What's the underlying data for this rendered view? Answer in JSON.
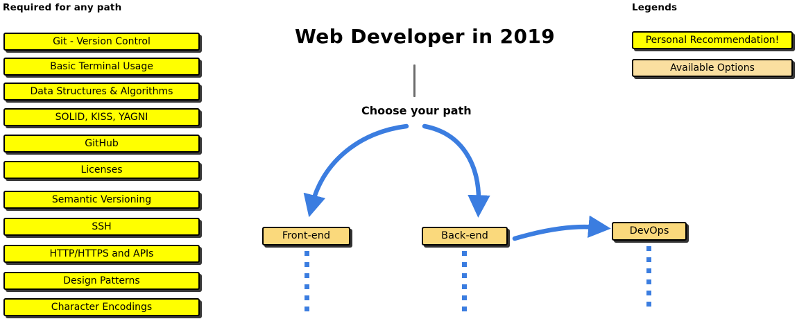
{
  "page": {
    "title": "Web Developer in 2019",
    "background_color": "#FFFFFF"
  },
  "colors": {
    "recommendation_yellow": "#FFFF00",
    "available_tan": "#FAD97C",
    "legend_tan": "#FADFA0",
    "arrow_blue": "#3B7DE0",
    "stem_gray": "#6B6B6B",
    "outline_black": "#000000"
  },
  "required_section": {
    "heading": "Required for any path",
    "items": [
      {
        "label": "Git - Version Control"
      },
      {
        "label": "Basic Terminal Usage"
      },
      {
        "label": "Data Structures & Algorithms"
      },
      {
        "label": "SOLID, KISS, YAGNI"
      },
      {
        "label": "GitHub"
      },
      {
        "label": "Licenses"
      },
      {
        "label": "Semantic Versioning"
      },
      {
        "label": "SSH"
      },
      {
        "label": "HTTP/HTTPS and APIs"
      },
      {
        "label": "Design Patterns"
      },
      {
        "label": "Character Encodings"
      }
    ]
  },
  "legends_section": {
    "heading": "Legends",
    "items": [
      {
        "label": "Personal Recommendation!",
        "color": "#FFFF00"
      },
      {
        "label": "Available Options",
        "color": "#FADFA0"
      }
    ]
  },
  "flow": {
    "choose_label": "Choose your path",
    "nodes": [
      {
        "label": "Front-end"
      },
      {
        "label": "Back-end"
      },
      {
        "label": "DevOps"
      }
    ]
  }
}
